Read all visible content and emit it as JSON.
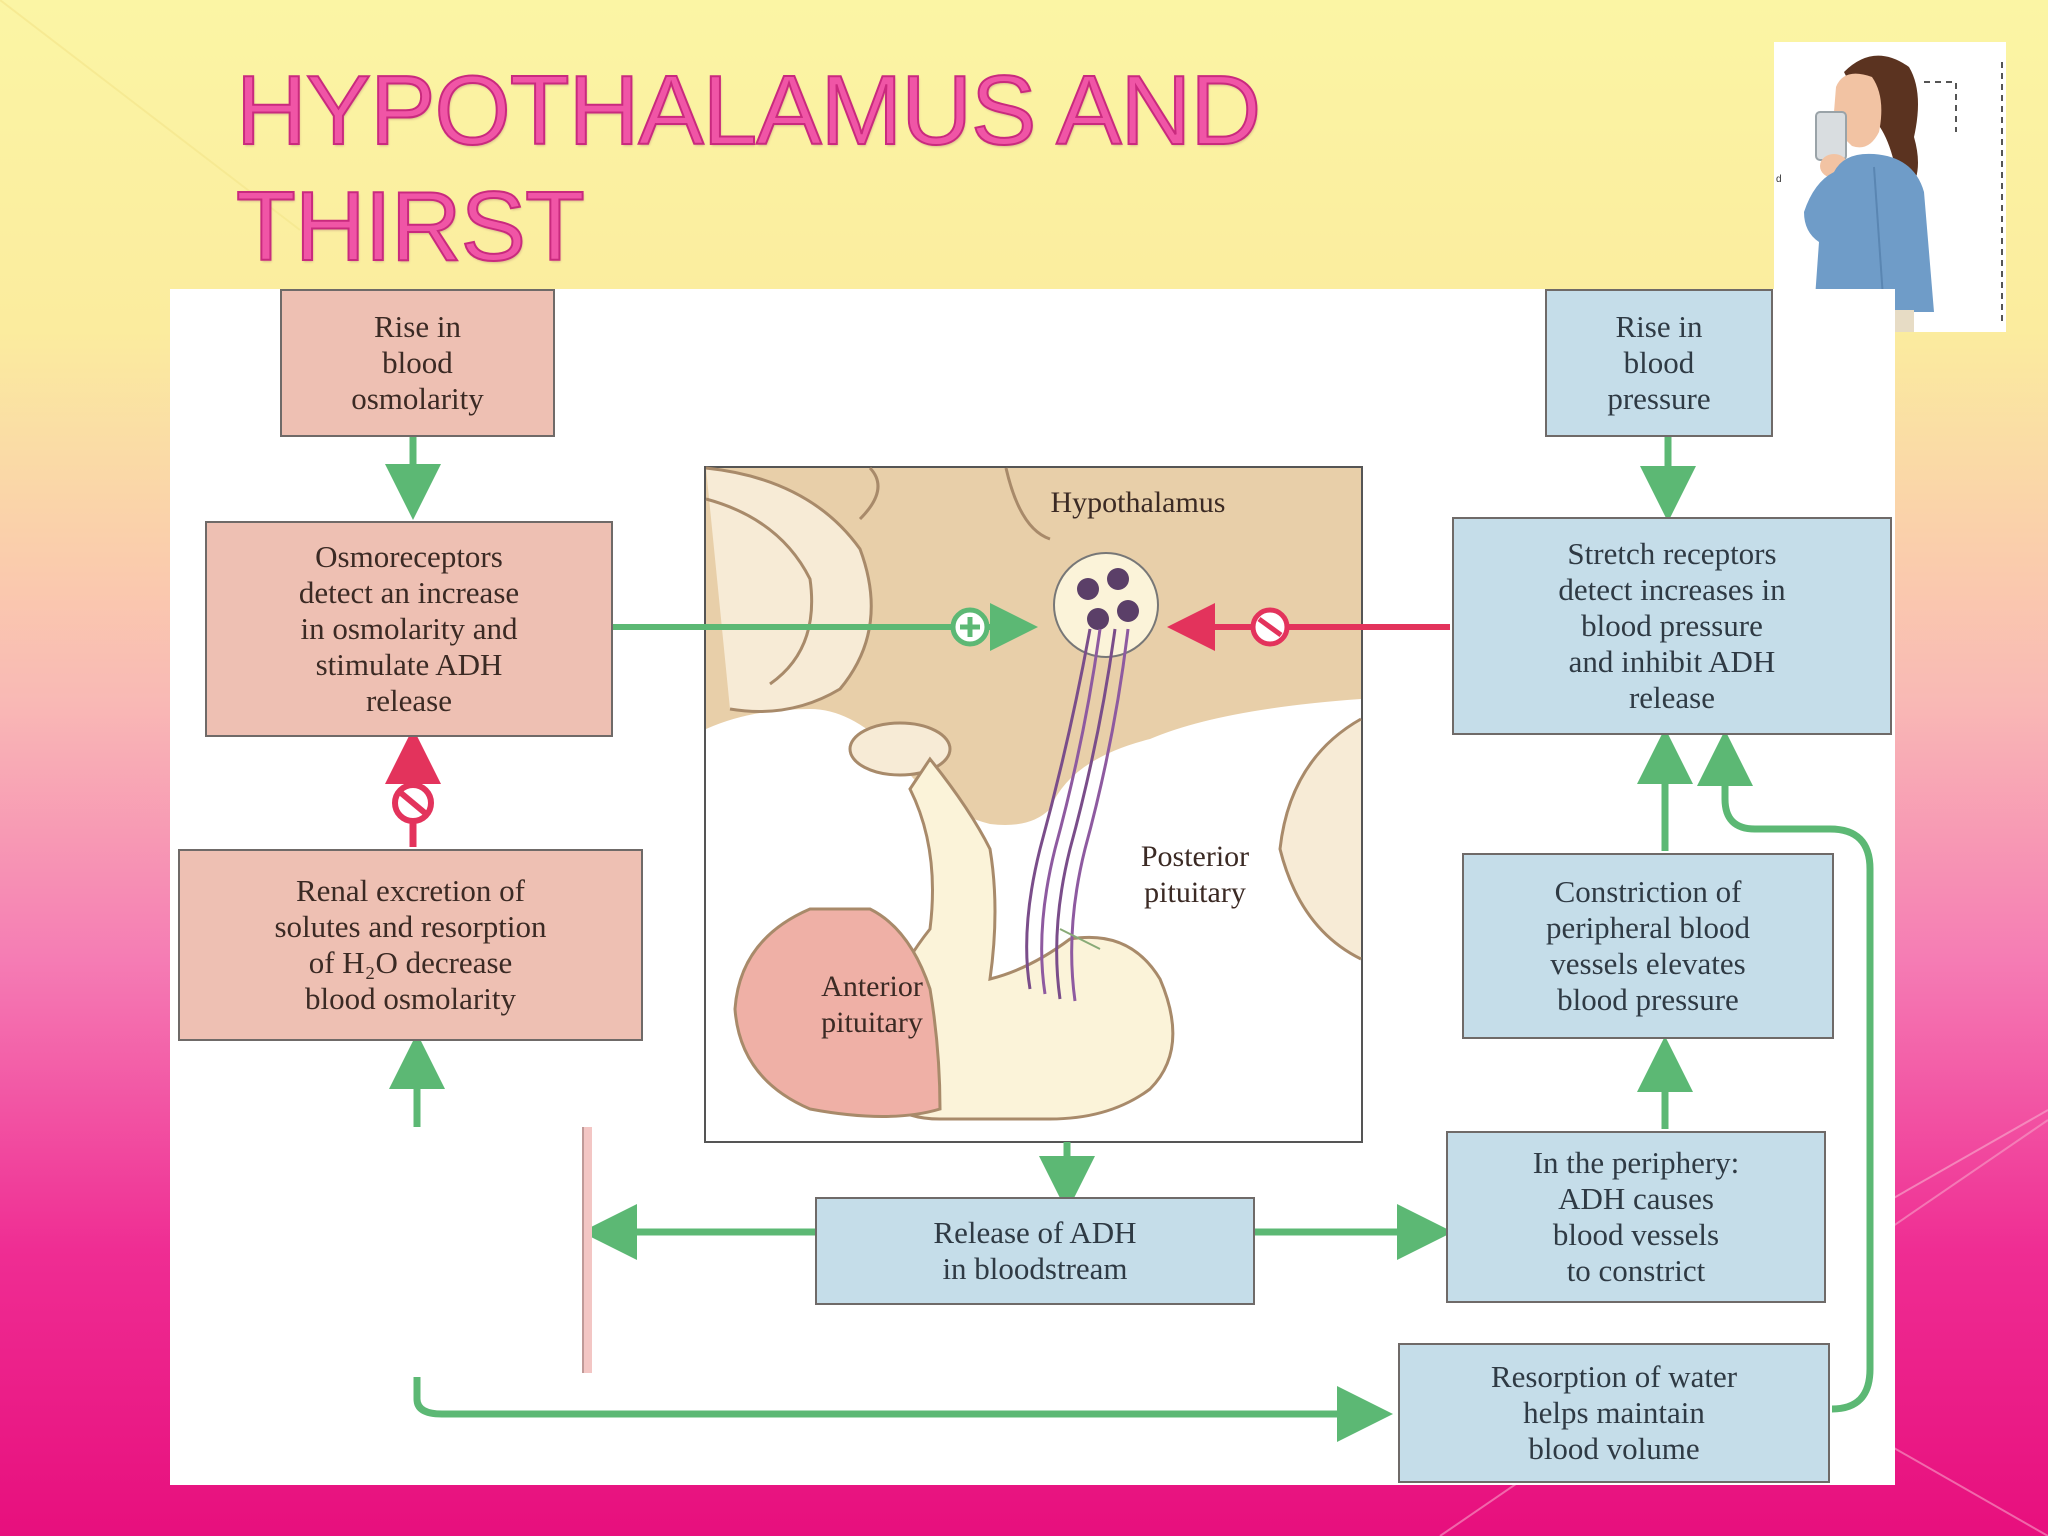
{
  "slide": {
    "title_line1": "HYPOTHALAMUS AND",
    "title_line2": "THIRST"
  },
  "diagram": {
    "boxes": {
      "rise_osmolarity": [
        "Rise in",
        "blood",
        "osmolarity"
      ],
      "osmoreceptors": [
        "Osmoreceptors",
        "detect an increase",
        "in osmolarity and",
        "stimulate ADH",
        "release"
      ],
      "renal_excretion": [
        "Renal excretion of",
        "solutes and resorption",
        "of H₂O decrease",
        "blood osmolarity"
      ],
      "rise_pressure": [
        "Rise in",
        "blood",
        "pressure"
      ],
      "stretch_receptors": [
        "Stretch receptors",
        "detect increases in",
        "blood pressure",
        "and inhibit ADH",
        "release"
      ],
      "constriction": [
        "Constriction of",
        "peripheral blood",
        "vessels elevates",
        "blood pressure"
      ],
      "periphery": [
        "In the periphery:",
        "ADH causes",
        "blood vessels",
        "to constrict"
      ],
      "release_adh": [
        "Release of ADH",
        "in bloodstream"
      ],
      "resorption_water": [
        "Resorption of water",
        "helps maintain",
        "blood volume"
      ]
    },
    "labels": {
      "hypothalamus": "Hypothalamus",
      "posterior_pituitary": [
        "Posterior",
        "pituitary"
      ],
      "anterior_pituitary": [
        "Anterior",
        "pituitary"
      ]
    },
    "colors": {
      "arrow_green": "#5cb874",
      "arrow_red": "#e3335c",
      "box_pink": "#eec0b3",
      "box_blue": "#c5dde9"
    }
  }
}
